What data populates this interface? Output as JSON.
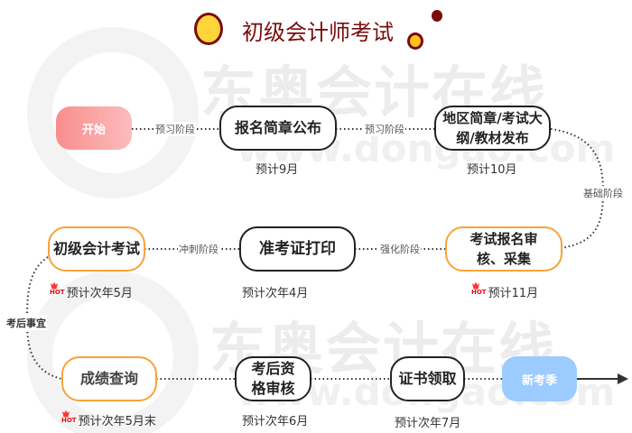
{
  "title": "初级会计师考试",
  "watermark": {
    "brand": "东奥会计在线",
    "url": "www.dongao.com"
  },
  "colors": {
    "title": "#7a0c0c",
    "start": "#fa9a9a",
    "new_season": "#9ccbff",
    "highlight_border": "#f7a33a",
    "normal_border": "#222222"
  },
  "start": {
    "label": "开始"
  },
  "row1": [
    {
      "label": "报名简章公布",
      "date": "预计9月",
      "hot": false
    },
    {
      "label": "地区简章/考试大纲/教材发布",
      "date": "预计10月",
      "hot": false
    }
  ],
  "row2": [
    {
      "label": "初级会计考试",
      "date": "预计次年5月",
      "hot": true
    },
    {
      "label": "准考证打印",
      "date": "预计次年4月",
      "hot": false
    },
    {
      "label": "考试报名审核、采集",
      "date": "预计11月",
      "hot": true
    }
  ],
  "row3": [
    {
      "label": "成绩查询",
      "date": "预计次年5月末",
      "hot": true
    },
    {
      "label": "考后资格审核",
      "date": "预计次年6月",
      "hot": false
    },
    {
      "label": "证书领取",
      "date": "预计次年7月",
      "hot": false
    }
  ],
  "new_season": {
    "label": "新考季"
  },
  "stages": {
    "s1": "预习阶段",
    "s2": "预习阶段",
    "s3": "基础阶段",
    "s4": "强化阶段",
    "s5": "冲刺阶段",
    "s6": "考后事宜"
  },
  "hot_badge": "HOT"
}
